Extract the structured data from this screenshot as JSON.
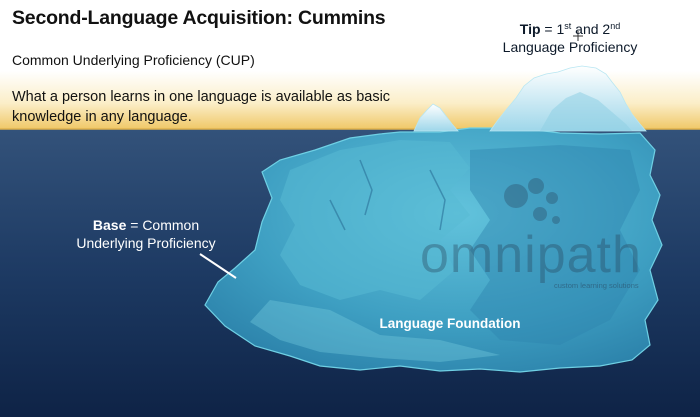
{
  "title": "Second-Language Acquisition: Cummins",
  "subtitle": "Common Underlying Proficiency (CUP)",
  "description": "What a person learns in one language is available as basic knowledge in any language.",
  "tip": {
    "bold": "Tip",
    "eq": " = 1",
    "sup1": "st",
    "and": " and 2",
    "sup2": "nd",
    "line2": "Language Proficiency"
  },
  "base": {
    "bold": "Base",
    "rest": " = Common",
    "line2": "Underlying Proficiency"
  },
  "foundation": "Language Foundation",
  "logo": {
    "name": "omnipath",
    "tagline": "custom learning solutions"
  },
  "colors": {
    "sky_top": "#ffffff",
    "horizon": "#f0c868",
    "water_top": "#2e4b72",
    "water_bottom": "#0e2346",
    "ice": "#3fa4c4",
    "ice_light": "#5fc1d8",
    "snow": "#e8f6fb"
  }
}
